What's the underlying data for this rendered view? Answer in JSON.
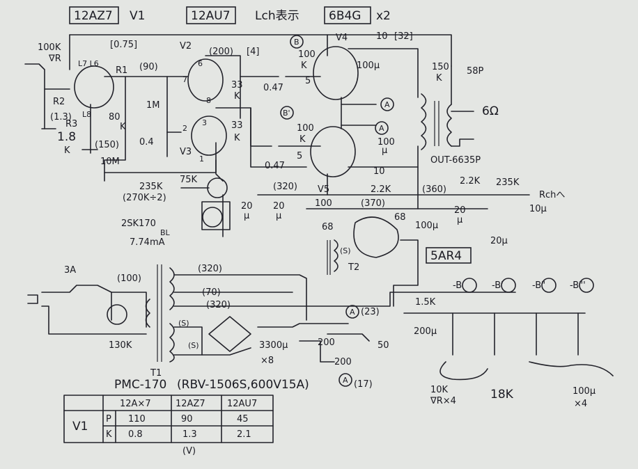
{
  "header": {
    "v1_tube": "12AZ7",
    "v1": "V1",
    "v2_v3_tube": "12AU7",
    "channel_note": "Lch表示",
    "output_tube": "6B4G",
    "output_count": "x2"
  },
  "input": {
    "pot": "100K",
    "pot_type": "∇R",
    "r1": "R1",
    "r2": "R2",
    "r3": "R3",
    "v1_pins": "L7   L6",
    "v1_pins2": "L8",
    "bias_1_3": "(1.3)",
    "cathode_r": "1.8",
    "cathode_r_unit": "K",
    "v1_bracket": "[0.75]",
    "v1_plate_v": "(90)",
    "load_80k": "80",
    "load_80k_unit": "K",
    "v_150": "(150)",
    "grid_10m": "10M",
    "r_235k": "235K",
    "r_270k": "(270K÷2)"
  },
  "driver": {
    "v2": "V2",
    "v3": "V3",
    "r_1m": "1M",
    "c_04": "0.4",
    "v_200": "(200)",
    "bracket_4": "[4]",
    "r_33k_a": "33",
    "r_33k_a_unit": "K",
    "r_33k_b": "33",
    "r_33k_b_unit": "K",
    "c_047_a": "0.47",
    "c_047_b": "0.47",
    "pin_6": "6",
    "pin_7": "7",
    "pin_8": "8",
    "pin_2": "2",
    "pin_3": "3",
    "pin_1": "1",
    "ccs_r": "75K",
    "fet": "2SK170",
    "fet_grade": "BL",
    "current": "7.74mA"
  },
  "output": {
    "v4": "V4",
    "r_100k_a": "100",
    "r_100k_a_unit": "K",
    "r_100k_b": "100",
    "r_100k_b_unit": "K",
    "pin_5a": "5",
    "pin_5b": "5",
    "cap_100u": "100μ",
    "cap_100u_b": "100",
    "cap_100u_b_unit": "μ",
    "r_10_a": "10",
    "r_10_b": "10",
    "bracket_32": "[32]",
    "r_150k": "150",
    "r_150k_unit": "K",
    "c_58p": "58P",
    "out_6ohm": "6Ω",
    "transformer": "OUT-6635P"
  },
  "supply": {
    "v_320": "(320)",
    "v5": "V5",
    "r_22k": "2.2K",
    "v_360": "(360)",
    "r_22k_b": "2.2K",
    "r_235k_b": "235K",
    "rch": "Rchへ",
    "c_20u_a": "20",
    "c_20u_a_unit": "μ",
    "c_20u_b": "20",
    "c_20u_b_unit": "μ",
    "c_100u": "100",
    "v_370": "(370)",
    "r_68_a": "68",
    "r_68_b": "68",
    "c_100u_b": "100μ",
    "c_20u_c": "20",
    "c_20u_c_unit": "μ",
    "c_20u_d": "20μ",
    "c_10u": "10μ",
    "t2": "T2",
    "t2_s": "(S)",
    "rectifier": "5AR4"
  },
  "mains": {
    "fuse": "3A",
    "v_100": "(100)",
    "r_130k": "130K",
    "tap_320a": "(320)",
    "tap_70": "(70)",
    "tap_320b": "(320)",
    "tap_s1": "(S)",
    "tap_s2": "(S)",
    "cap_3300": "3300μ",
    "x8": "×8",
    "r_200a": "200",
    "r_200b": "200",
    "r_50": "50",
    "node_a23": "(23)",
    "node_a17": "(17)",
    "t1": "T1",
    "pmc": "PMC-170",
    "bridge": "(RBV-1506S,600V15A)"
  },
  "bias": {
    "r_15k": "1.5K",
    "c_200u": "200μ",
    "b1": "-B",
    "b2": "-B'",
    "b3": "-B\"",
    "b4": "-B\"'",
    "pot_10k": "10K",
    "pot_type": "∇R×4",
    "r_18k": "18K",
    "c_100u": "100μ",
    "c_x4": "×4"
  },
  "nodes": {
    "A": "A",
    "B": "B",
    "B_prime": "B'"
  },
  "table": {
    "headers": [
      "12A×7",
      "12AZ7",
      "12AU7"
    ],
    "row_label": "V1",
    "rows": [
      {
        "key": "P",
        "values": [
          "110",
          "90",
          "45"
        ]
      },
      {
        "key": "K",
        "values": [
          "0.8",
          "1.3",
          "2.1"
        ]
      }
    ],
    "unit": "(V)"
  }
}
